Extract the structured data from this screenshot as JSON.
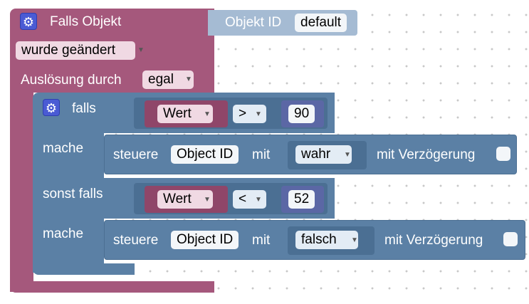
{
  "workspace": {
    "event_block": {
      "title": "Falls Objekt",
      "object_label": "Objekt ID",
      "object_value": "default",
      "trigger_option": "wurde geändert",
      "source_label": "Auslösung durch",
      "source_option": "egal"
    },
    "if_block": {
      "if_label": "falls",
      "do_label": "mache",
      "elseif_label": "sonst falls",
      "do2_label": "mache",
      "cond1": {
        "var": "Wert",
        "op": ">",
        "value": "90"
      },
      "cond2": {
        "var": "Wert",
        "op": "<",
        "value": "52"
      },
      "action1": {
        "control_label": "steuere",
        "object": "Object ID",
        "with_label": "mit",
        "value": "wahr",
        "delay_label": "mit Verzögerung"
      },
      "action2": {
        "control_label": "steuere",
        "object": "Object ID",
        "with_label": "mit",
        "value": "falsch",
        "delay_label": "mit Verzögerung"
      }
    }
  },
  "icons": {
    "settings": "gear-icon",
    "dropdown": "dropdown-arrow-icon"
  },
  "colors": {
    "event_block": "#a5587c",
    "logic_block": "#5b80a5",
    "number_block": "#5b67a5",
    "object_id_block": "#a5bbd3"
  }
}
